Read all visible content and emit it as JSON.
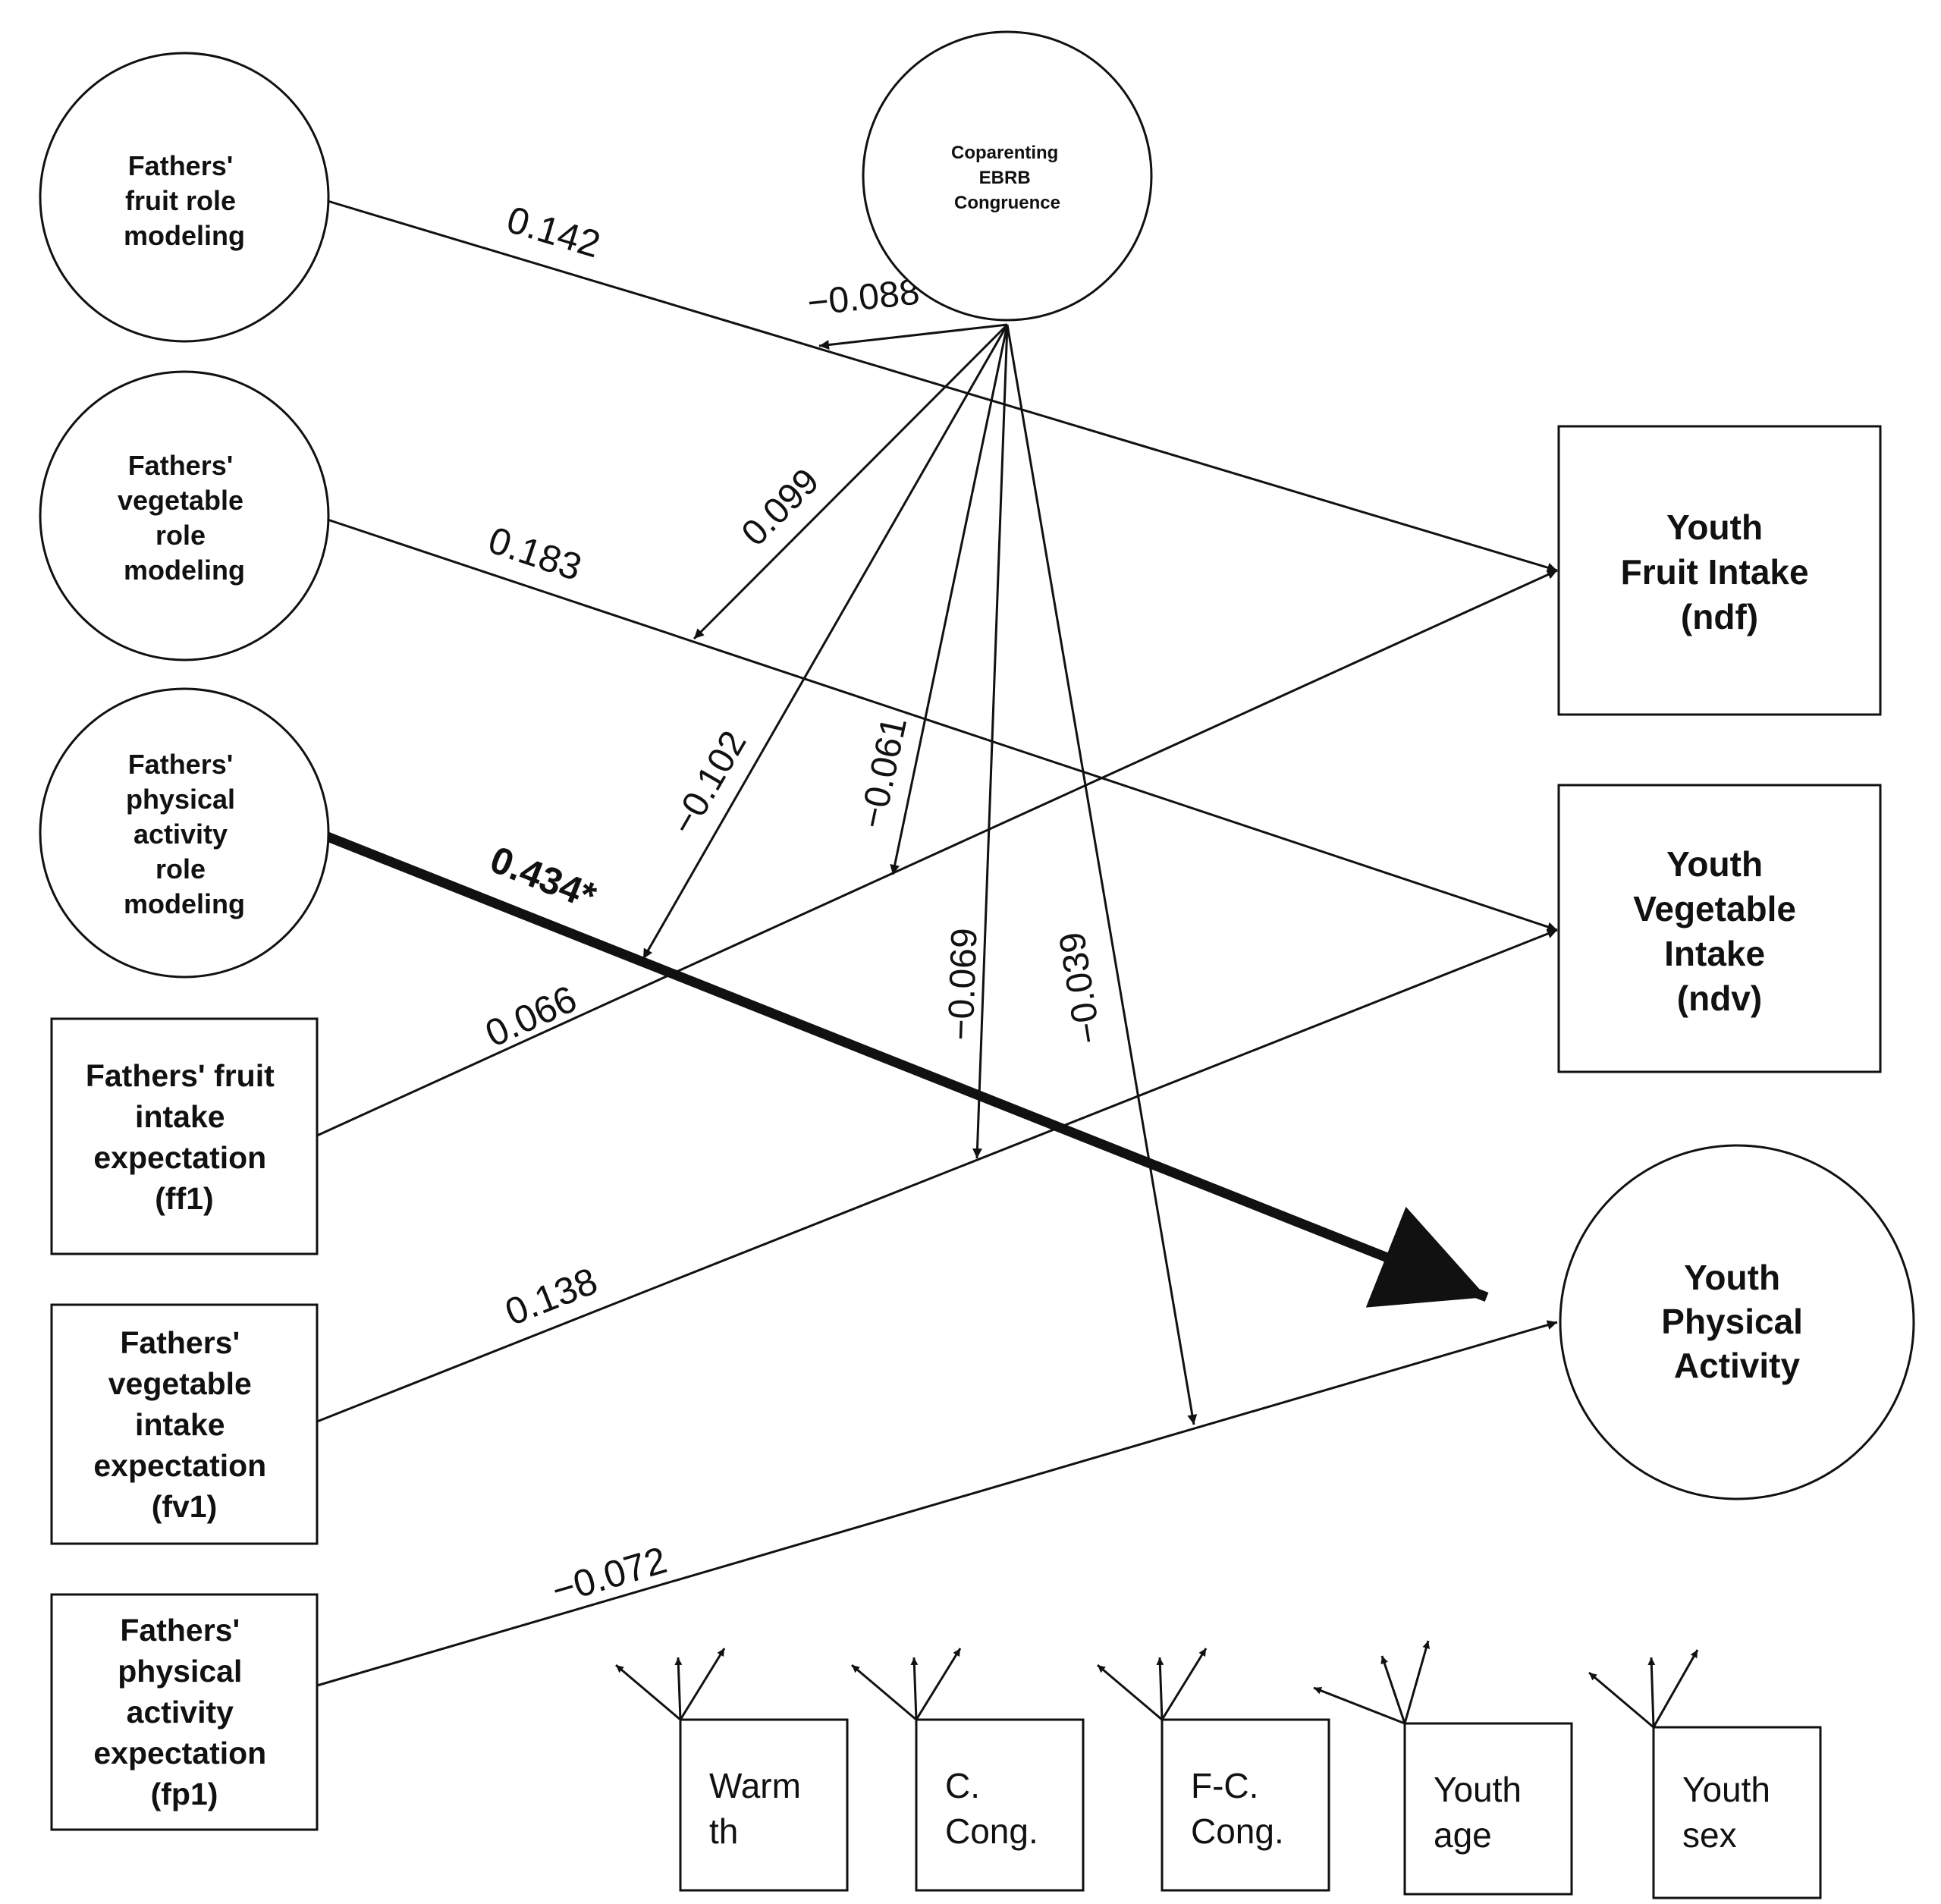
{
  "nodes": {
    "fruit_role": {
      "lines": [
        "Fathers'",
        "fruit role",
        "modeling"
      ]
    },
    "veg_role": {
      "lines": [
        "Fathers'",
        "vegetable",
        "role",
        "modeling"
      ]
    },
    "pa_role": {
      "lines": [
        "Fathers'",
        "physical",
        "activity",
        "role",
        "modeling"
      ]
    },
    "coparenting": {
      "lines": [
        "Coparenting",
        "EBRB",
        "Congruence"
      ]
    },
    "ff1": {
      "lines": [
        "Fathers' fruit",
        "intake",
        "expectation",
        "(ff1)"
      ]
    },
    "fv1": {
      "lines": [
        "Fathers'",
        "vegetable",
        "intake",
        "expectation",
        "(fv1)"
      ]
    },
    "fp1": {
      "lines": [
        "Fathers'",
        "physical",
        "activity",
        "expectation",
        "(fp1)"
      ]
    },
    "ndf": {
      "lines": [
        "Youth",
        "Fruit Intake",
        "(ndf)"
      ]
    },
    "ndv": {
      "lines": [
        "Youth",
        "Vegetable",
        "Intake",
        "(ndv)"
      ]
    },
    "ypa": {
      "lines": [
        "Youth",
        "Physical",
        "Activity"
      ]
    }
  },
  "controls": [
    {
      "lines": [
        "Warm",
        "th"
      ]
    },
    {
      "lines": [
        "C.",
        "Cong."
      ]
    },
    {
      "lines": [
        "F-C.",
        "Cong."
      ]
    },
    {
      "lines": [
        "Youth",
        "age"
      ]
    },
    {
      "lines": [
        "Youth",
        "sex"
      ]
    }
  ],
  "coefficients": {
    "fruit_role_ndf": "0.142",
    "veg_role_ndv": "0.183",
    "pa_role_ypa": "0.434*",
    "ff1_ndf": "0.066",
    "fv1_ndv": "0.138",
    "fp1_ypa": "−0.072",
    "mod_fruit_role": "−0.088",
    "mod_veg_role": "0.099",
    "mod_pa_role": "−0.102",
    "mod_ff1": "−0.061",
    "mod_fv1": "−0.069",
    "mod_fp1": "−0.039"
  }
}
